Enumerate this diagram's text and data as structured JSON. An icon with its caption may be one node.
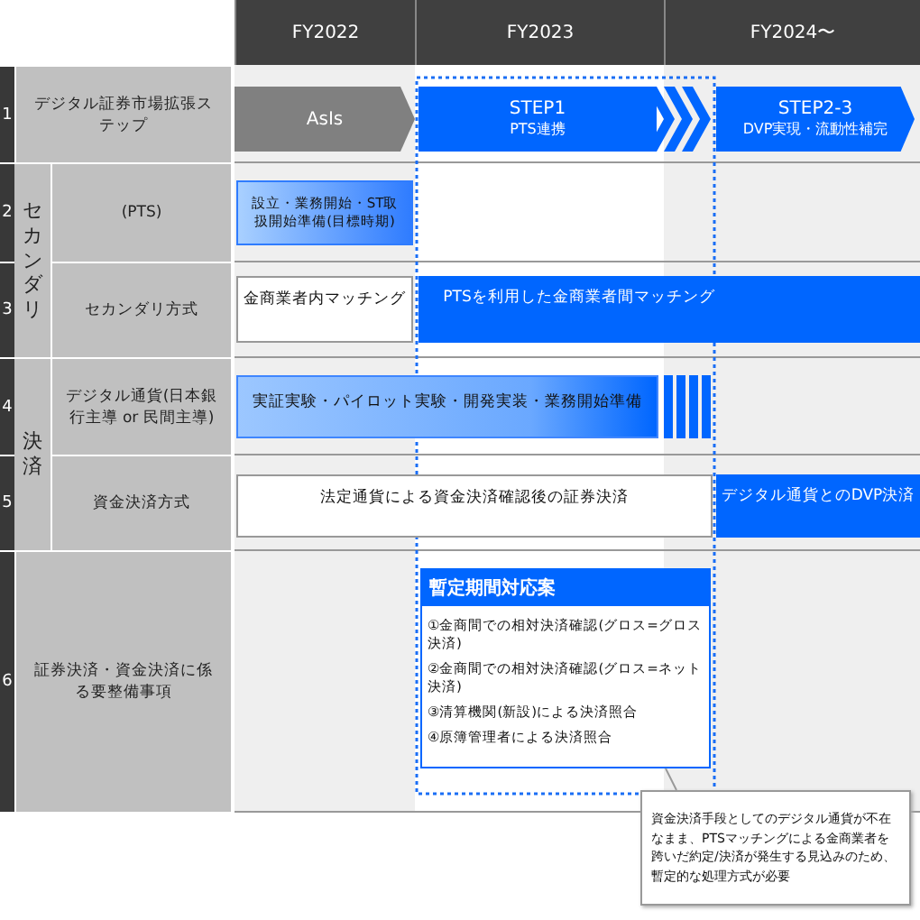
{
  "diagram": {
    "nodes": [
      {
        "text": [
          "AsIs"
        ]
      },
      {
        "text": [
          "STEP1",
          "PTS連携"
        ]
      },
      {
        "text": [
          "STEP2-3",
          "DVP実現・流動性補完"
        ]
      },
      {
        "text": [
          "設立・業務開始・ST取扱開始準備(目標時期)"
        ]
      },
      {
        "text": [
          "金商業者内マッチング"
        ]
      },
      {
        "text": [
          "PTSを利用した金商業者間マッチング"
        ]
      },
      {
        "text": [
          "実証実験・パイロット実験・開発実装・業務開始準備"
        ]
      },
      {
        "text": [
          "法定通貨による資金決済確認後の証券決済"
        ]
      },
      {
        "text": [
          "デジタル通貨とのDVP決済"
        ]
      },
      {
        "text": [
          "暫定期間対応案",
          "①金商間での相対決済確認(グロス=グロス決済)",
          "②金商間での相対決済確認(グロス=ネット決済)",
          "③清算機関(新設)による決済照合",
          "④原簿管理者による決済照合"
        ]
      },
      {
        "text": [
          "資金決済手段としてのデジタル通貨が不在なまま、PTSマッチングによる金商業者を跨いだ約定/決済が発生する見込みのため、暫定的な処理方式が必要"
        ]
      }
    ],
    "edges": [
      {
        "from": 10,
        "to": 9,
        "arrow": "none"
      }
    ],
    "labels": [
      "FY2022",
      "FY2023",
      "FY2024〜",
      "1",
      "デジタル証券市場拡張ステップ",
      "2",
      "セカンダリ",
      "(PTS)",
      "3",
      "セカンダリ方式",
      "4",
      "決済",
      "デジタル通貨(日本銀行主導 or 民間主導)",
      "5",
      "資金決済方式",
      "6",
      "証券決済・資金決済に係る要整備事項"
    ]
  }
}
